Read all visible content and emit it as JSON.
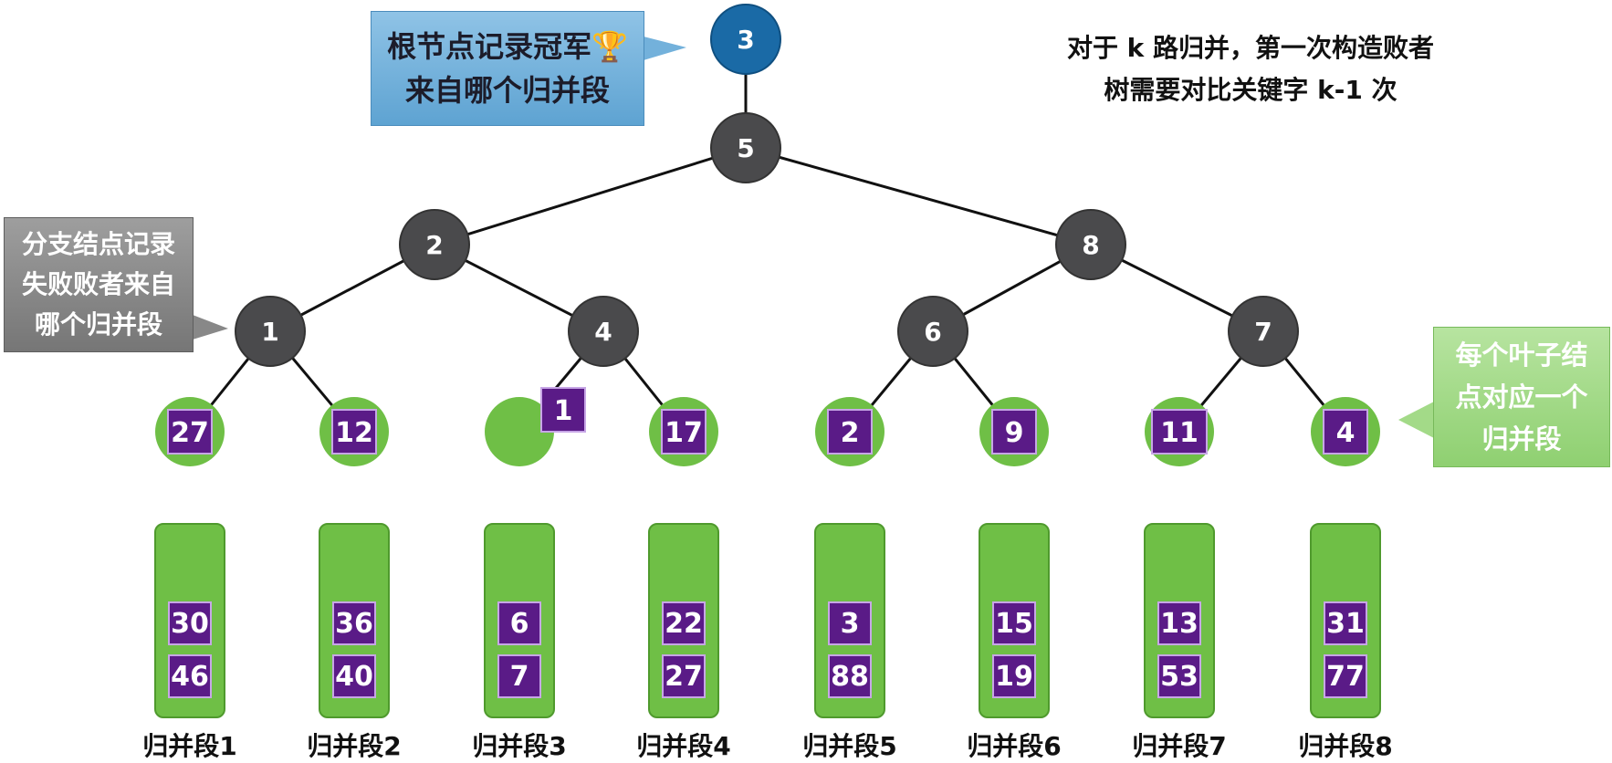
{
  "callouts": {
    "root": [
      "根节点记录冠军🏆",
      "来自哪个归并段"
    ],
    "branch": [
      "分支结点记录",
      "失败败者来自",
      "哪个归并段"
    ],
    "leaf": [
      "每个叶子结",
      "点对应一个",
      "归并段"
    ]
  },
  "note": [
    "对于 k 路归并，第一次构造败者",
    "树需要对比关键字 k-1 次"
  ],
  "tree": {
    "root": "3",
    "top": "5",
    "level2": [
      "2",
      "8"
    ],
    "level3": [
      "1",
      "4",
      "6",
      "7"
    ],
    "leaves": [
      "27",
      "12",
      "1",
      "17",
      "2",
      "9",
      "11",
      "4"
    ]
  },
  "colors": {
    "root_node": "#1a6aa6",
    "internal_node": "#4a4a4c",
    "leaf_node": "#6fbf46",
    "key_box": "#5a1b87"
  },
  "segments": [
    {
      "label": "归并段1",
      "values": [
        "30",
        "46"
      ]
    },
    {
      "label": "归并段2",
      "values": [
        "36",
        "40"
      ]
    },
    {
      "label": "归并段3",
      "values": [
        "6",
        "7"
      ]
    },
    {
      "label": "归并段4",
      "values": [
        "22",
        "27"
      ]
    },
    {
      "label": "归并段5",
      "values": [
        "3",
        "88"
      ]
    },
    {
      "label": "归并段6",
      "values": [
        "15",
        "19"
      ]
    },
    {
      "label": "归并段7",
      "values": [
        "13",
        "53"
      ]
    },
    {
      "label": "归并段8",
      "values": [
        "31",
        "77"
      ]
    }
  ]
}
